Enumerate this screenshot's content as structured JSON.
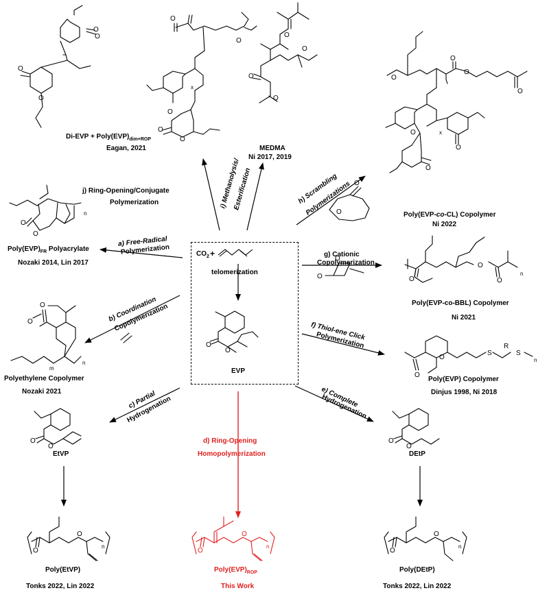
{
  "center": {
    "co2": "CO",
    "co2_sub": "2",
    "plus": "+",
    "telomerization": "telomerization",
    "evp": "EVP"
  },
  "products": {
    "eagan_name": "Di-EVP + Poly(EVP)",
    "eagan_sub": "dim+ROP",
    "eagan_ref": "Eagan, 2021",
    "medma_name": "MEDMA",
    "medma_ref": "Ni 2017, 2019",
    "cl_name_a": "Poly(EVP-",
    "cl_name_co": "co",
    "cl_name_b": "-CL) Copolymer",
    "cl_ref": "Ni 2022",
    "fr_name": "Poly(EVP)",
    "fr_sub": "FR",
    "fr_name2": " Polyacrylate",
    "fr_ref": "Nozaki 2014, Lin 2017",
    "bbl_name": "Poly(EVP-co-BBL) Copolymer",
    "bbl_ref": "Ni 2021",
    "pe_name": "Polyethylene Copolymer",
    "pe_ref": "Nozaki  2021",
    "thiol_name": "Poly(EVP) Copolymer",
    "thiol_ref": "Dinjus 1998, Ni 2018",
    "etvp": "EtVP",
    "detp": "DEtP",
    "poly_etvp": "Poly(EtVP)",
    "poly_etvp_ref": "Tonks 2022, Lin 2022",
    "poly_evp_rop": "Poly(EVP)",
    "poly_evp_rop_sub": "ROP",
    "this_work": "This Work",
    "poly_detp": "Poly(DEtP)",
    "poly_detp_ref": "Tonks 2022, Lin 2022"
  },
  "reactions": {
    "j": "j) Ring-Opening/Conjugate",
    "j2": "Polymerization",
    "i": "i) Methanolysis/",
    "i2": "Esterification",
    "h": "h) Scrambling",
    "h2": "Polymerizations",
    "a": "a) Free-Radical",
    "a2": "Polymerization",
    "g": "g) Cationic",
    "g2": "Copolymerization",
    "b": "b) Coordination",
    "b2": "Copolymerization",
    "f": "f) Thiol-ene Click",
    "f2": "Polymerization",
    "c": "c) Partial",
    "c2": "Hydrogenation",
    "e": "e) Complete",
    "e2": "Hydrogenation",
    "d": "d) Ring-Opening",
    "d2": "Homopolymerization"
  },
  "atoms": {
    "o": "O",
    "n": "n",
    "m": "m",
    "x": "x",
    "s": "S",
    "r": "R"
  },
  "colors": {
    "highlight": "#e02020",
    "ink": "#000000"
  }
}
